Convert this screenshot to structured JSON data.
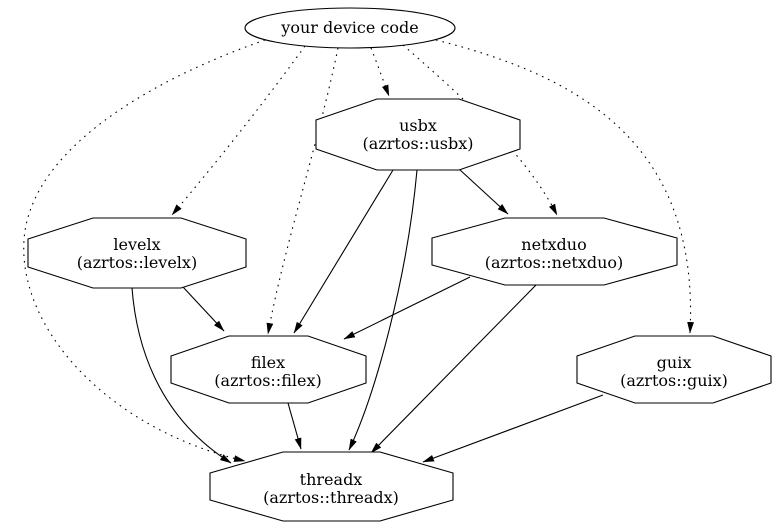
{
  "diagram": {
    "background_color": "#ffffff",
    "line_color": "#000000",
    "nodes": [
      {
        "id": "device",
        "shape": "ellipse",
        "label": "your device code",
        "sublabel": ""
      },
      {
        "id": "usbx",
        "shape": "octagon",
        "label": "usbx",
        "sublabel": "(azrtos::usbx)"
      },
      {
        "id": "levelx",
        "shape": "octagon",
        "label": "levelx",
        "sublabel": "(azrtos::levelx)"
      },
      {
        "id": "netxduo",
        "shape": "octagon",
        "label": "netxduo",
        "sublabel": "(azrtos::netxduo)"
      },
      {
        "id": "filex",
        "shape": "octagon",
        "label": "filex",
        "sublabel": "(azrtos::filex)"
      },
      {
        "id": "guix",
        "shape": "octagon",
        "label": "guix",
        "sublabel": "(azrtos::guix)"
      },
      {
        "id": "threadx",
        "shape": "octagon",
        "label": "threadx",
        "sublabel": "(azrtos::threadx)"
      }
    ],
    "edges": [
      {
        "from": "your device code",
        "to": "usbx",
        "style": "dotted"
      },
      {
        "from": "your device code",
        "to": "levelx",
        "style": "dotted"
      },
      {
        "from": "your device code",
        "to": "netxduo",
        "style": "dotted"
      },
      {
        "from": "your device code",
        "to": "filex",
        "style": "dotted"
      },
      {
        "from": "your device code",
        "to": "guix",
        "style": "dotted"
      },
      {
        "from": "your device code",
        "to": "threadx",
        "style": "dotted"
      },
      {
        "from": "usbx",
        "to": "netxduo",
        "style": "solid"
      },
      {
        "from": "usbx",
        "to": "filex",
        "style": "solid"
      },
      {
        "from": "usbx",
        "to": "threadx",
        "style": "solid"
      },
      {
        "from": "levelx",
        "to": "filex",
        "style": "solid"
      },
      {
        "from": "levelx",
        "to": "threadx",
        "style": "solid"
      },
      {
        "from": "netxduo",
        "to": "filex",
        "style": "solid"
      },
      {
        "from": "netxduo",
        "to": "threadx",
        "style": "solid"
      },
      {
        "from": "filex",
        "to": "threadx",
        "style": "solid"
      },
      {
        "from": "guix",
        "to": "threadx",
        "style": "solid"
      }
    ]
  }
}
